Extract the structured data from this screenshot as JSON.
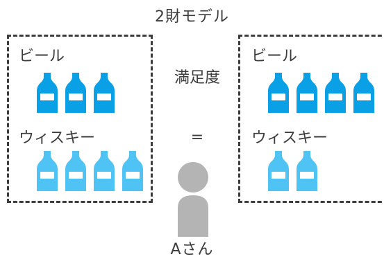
{
  "title": "2財モデル",
  "center": {
    "satisfaction_label": "満足度",
    "equals_label": "="
  },
  "person": {
    "caption": "Aさん"
  },
  "bundles": [
    {
      "beer_label": "ビール",
      "beer_count": 3,
      "whisky_label": "ウィスキー",
      "whisky_count": 4
    },
    {
      "beer_label": "ビール",
      "beer_count": 4,
      "whisky_label": "ウィスキー",
      "whisky_count": 2
    }
  ],
  "colors": {
    "beer_bottle": "#0aa0e6",
    "whisky_bottle": "#4fc3f4",
    "bottle_label": "#ffffff",
    "person": "#b4b4b4",
    "border": "#3c3c3c",
    "text": "#3c3c3c"
  },
  "icons": {
    "bottle": "bottle-icon",
    "person": "person-icon"
  }
}
